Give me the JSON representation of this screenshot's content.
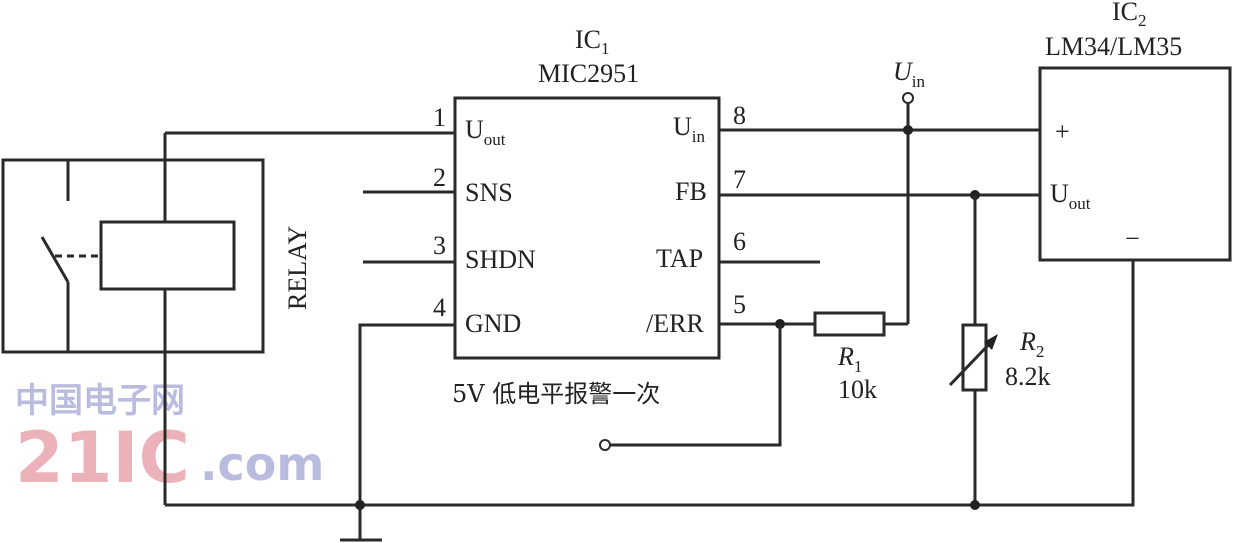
{
  "ic1": {
    "ref": "IC",
    "ref_sub": "1",
    "part": "MIC2951"
  },
  "ic2": {
    "ref": "IC",
    "ref_sub": "2",
    "part": "LM34/LM35",
    "pin_plus": "+",
    "pin_out": "U",
    "pin_out_sub": "out",
    "pin_minus": "−"
  },
  "pins": {
    "p1": {
      "num": "1",
      "name": "U",
      "sub": "out"
    },
    "p2": {
      "num": "2",
      "name": "SNS"
    },
    "p3": {
      "num": "3",
      "name": "SHDN"
    },
    "p4": {
      "num": "4",
      "name": "GND"
    },
    "p5": {
      "num": "5",
      "name": "/ERR"
    },
    "p6": {
      "num": "6",
      "name": "TAP"
    },
    "p7": {
      "num": "7",
      "name": "FB"
    },
    "p8": {
      "num": "8",
      "name": "U",
      "sub": "in"
    }
  },
  "supply": {
    "name": "U",
    "sub": "in"
  },
  "relay_label": "RELAY",
  "r1": {
    "name": "R",
    "sub": "1",
    "value": "10k"
  },
  "r2": {
    "name": "R",
    "sub": "2",
    "value": "8.2k"
  },
  "caption": "5V 低电平报警一次",
  "watermark": {
    "main": "21IC",
    "domain": ".com",
    "cn": "中国电子网"
  }
}
